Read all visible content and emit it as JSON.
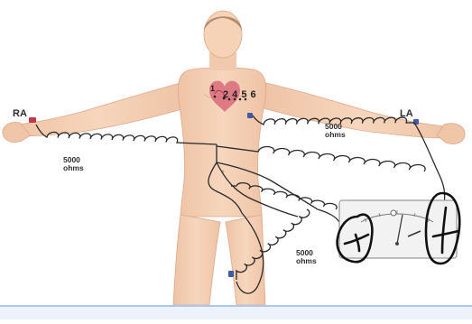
{
  "diagram": {
    "electrodes": {
      "right_arm": "RA",
      "left_arm": "LA"
    },
    "chest_leads": {
      "first": "1",
      "rest": "2 4 5 6"
    },
    "resistors": {
      "ra_to_center": {
        "value": "5000",
        "unit": "ohms"
      },
      "la_to_center": {
        "value": "5000",
        "unit": "ohms"
      },
      "leg_to_center": {
        "value": "5000",
        "unit": "ohms"
      }
    },
    "handwritten_marks": [
      "−",
      "+"
    ],
    "colors": {
      "skin": "#f4cfb2",
      "skin_shadow": "#e7b394",
      "hair": "#b08a6a",
      "wire": "#2a2a2a",
      "ink": "#111111",
      "electrode_red": "#c0394a",
      "electrode_blue": "#3e5aa8",
      "heart": "#d96a7a",
      "footer_border": "#a9c8f1"
    }
  }
}
